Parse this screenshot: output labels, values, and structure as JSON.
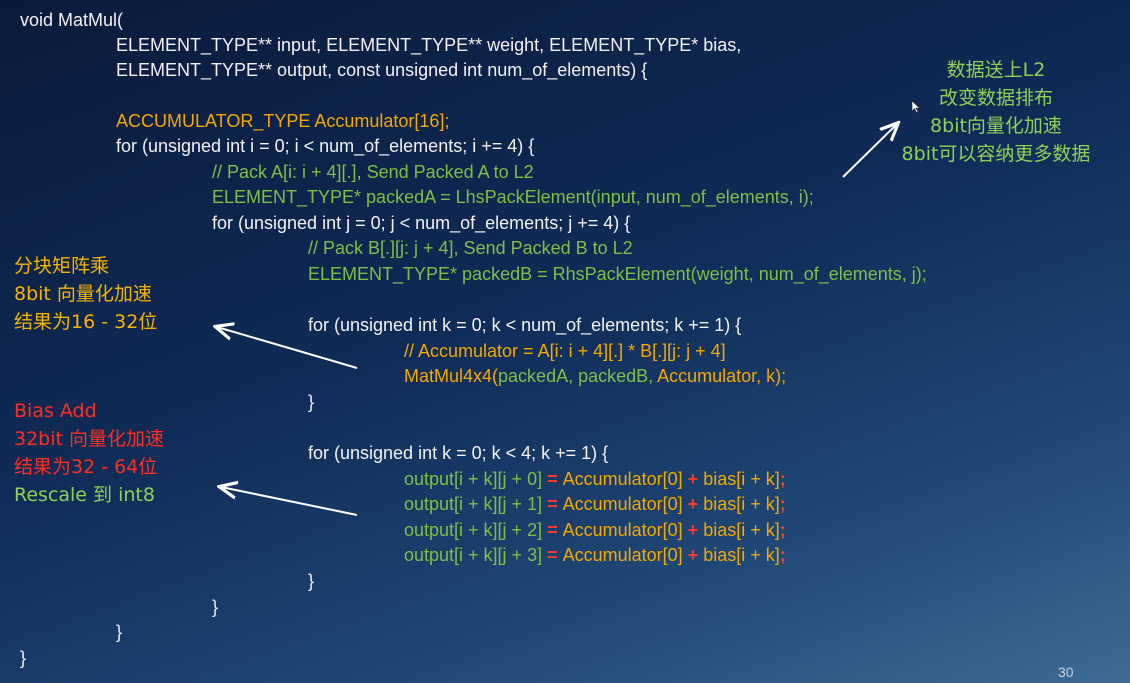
{
  "code": {
    "lines": [
      [
        {
          "t": "void MatMul(",
          "c": "white"
        }
      ],
      [
        {
          "t": "ELEMENT_TYPE** input, ELEMENT_TYPE** weight, ELEMENT_TYPE* bias,",
          "c": "white"
        }
      ],
      [
        {
          "t": "ELEMENT_TYPE** output, const unsigned int num_of_elements) {",
          "c": "white"
        }
      ],
      [],
      [
        {
          "t": "ACCUMULATOR_TYPE Accumulator[16];",
          "c": "orange"
        }
      ],
      [
        {
          "t": "for (unsigned int i = 0; i < num_of_elements; i += 4) {",
          "c": "white"
        }
      ],
      [
        {
          "t": "// Pack A[i: i + 4][.], Send Packed A to L2",
          "c": "green"
        }
      ],
      [
        {
          "t": "ELEMENT_TYPE* packedA = LhsPackElement(input, num_of_elements, i);",
          "c": "green"
        }
      ],
      [
        {
          "t": "for (unsigned int j = 0; j < num_of_elements; j += 4) {",
          "c": "white"
        }
      ],
      [
        {
          "t": "// Pack B[.][j: j + 4], Send Packed B to L2",
          "c": "green"
        }
      ],
      [
        {
          "t": "ELEMENT_TYPE* packedB = RhsPackElement(weight, num_of_elements, j);",
          "c": "green"
        }
      ],
      [],
      [
        {
          "t": "for (unsigned int k = 0; k < num_of_elements; k += 1) {",
          "c": "white"
        }
      ],
      [
        {
          "t": "// Accumulator = A[i: i + 4][.] * B[.][j: j + 4]",
          "c": "orange"
        }
      ],
      [
        {
          "t": "MatMul4x4(",
          "c": "orange"
        },
        {
          "t": "packedA, packedB, ",
          "c": "green"
        },
        {
          "t": "Accumulator, k);",
          "c": "orange"
        }
      ],
      [
        {
          "t": "}",
          "c": "white"
        }
      ],
      [],
      [
        {
          "t": "for (unsigned int k = 0; k < 4; k += 1) {",
          "c": "white"
        }
      ],
      [
        {
          "t": "output[i + k][j + 0] ",
          "c": "green"
        },
        {
          "t": "= ",
          "c": "red"
        },
        {
          "t": "Accumulator[0] ",
          "c": "orange"
        },
        {
          "t": "+ ",
          "c": "red"
        },
        {
          "t": "bias[i + k]",
          "c": "orange"
        },
        {
          "t": ";",
          "c": "red"
        }
      ],
      [
        {
          "t": "output[i + k][j + 1] ",
          "c": "green"
        },
        {
          "t": "= ",
          "c": "red"
        },
        {
          "t": "Accumulator[0] ",
          "c": "orange"
        },
        {
          "t": "+ ",
          "c": "red"
        },
        {
          "t": "bias[i + k]",
          "c": "orange"
        },
        {
          "t": ";",
          "c": "red"
        }
      ],
      [
        {
          "t": "output[i + k][j + 2] ",
          "c": "green"
        },
        {
          "t": "= ",
          "c": "red"
        },
        {
          "t": "Accumulator[0] ",
          "c": "orange"
        },
        {
          "t": "+ ",
          "c": "red"
        },
        {
          "t": "bias[i + k]",
          "c": "orange"
        },
        {
          "t": ";",
          "c": "red"
        }
      ],
      [
        {
          "t": "output[i + k][j + 3] ",
          "c": "green"
        },
        {
          "t": "= ",
          "c": "red"
        },
        {
          "t": "Accumulator[0] ",
          "c": "orange"
        },
        {
          "t": "+ ",
          "c": "red"
        },
        {
          "t": "bias[i + k]",
          "c": "orange"
        },
        {
          "t": ";",
          "c": "red"
        }
      ],
      [
        {
          "t": "}",
          "c": "white"
        }
      ],
      [
        {
          "t": "}",
          "c": "white"
        }
      ],
      [
        {
          "t": "}",
          "c": "white"
        }
      ],
      [
        {
          "t": "}",
          "c": "white"
        }
      ]
    ]
  },
  "annotations": {
    "top_right": [
      "数据送上L2",
      "改变数据排布",
      "8bit向量化加速",
      "8bit可以容纳更多数据"
    ],
    "left_matmul": [
      "分块矩阵乘",
      "8bit 向量化加速",
      "结果为16 - 32位"
    ],
    "left_bias_red": [
      "Bias Add",
      "32bit 向量化加速",
      "结果为32 - 64位"
    ],
    "left_bias_green": "Rescale 到 int8"
  },
  "page_number": "30",
  "colors": {
    "white": "#f2f2f2",
    "orange": "#f5a800",
    "green": "#7fbf45",
    "red": "#ff3b30",
    "annotation_green": "#8fd055",
    "annotation_orange": "#f5b400",
    "annotation_red": "#ff2e1f"
  }
}
